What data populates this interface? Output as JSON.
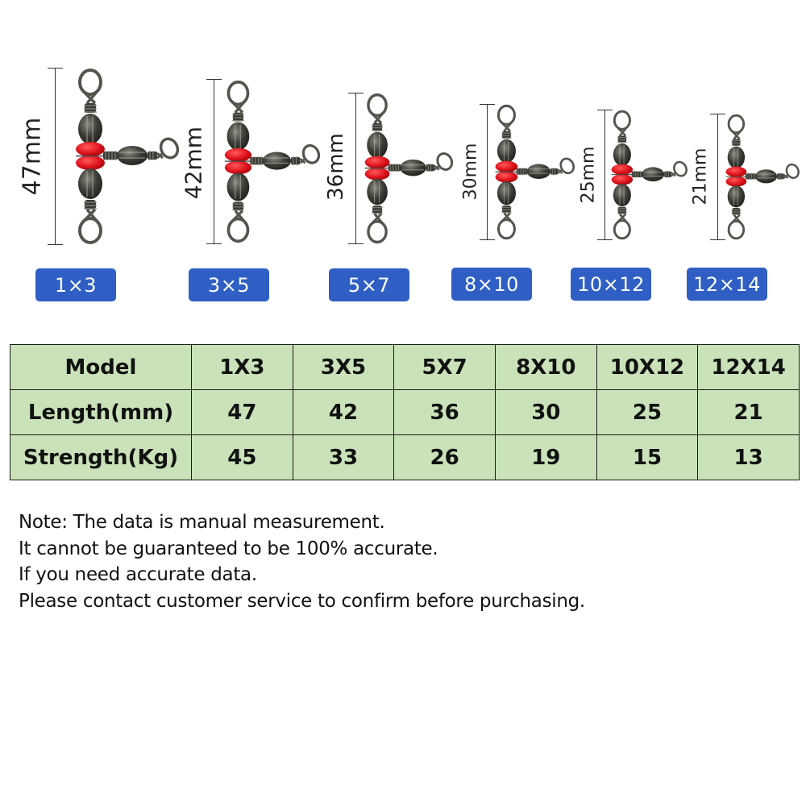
{
  "products": [
    {
      "model_badge": "1×3",
      "length_label": "47mm",
      "color": "#2f5fc4"
    },
    {
      "model_badge": "3×5",
      "length_label": "42mm",
      "color": "#2f5fc4"
    },
    {
      "model_badge": "5×7",
      "length_label": "36mm",
      "color": "#2f5fc4"
    },
    {
      "model_badge": "8×10",
      "length_label": "30mm",
      "color": "#2f5fc4"
    },
    {
      "model_badge": "10×12",
      "length_label": "25mm",
      "color": "#2f5fc4"
    },
    {
      "model_badge": "12×14",
      "length_label": "21mm",
      "color": "#2f5fc4"
    }
  ],
  "table": {
    "background": "#c9e2b9",
    "rows": [
      {
        "header": "Model",
        "values": [
          "1X3",
          "3X5",
          "5X7",
          "8X10",
          "10X12",
          "12X14"
        ]
      },
      {
        "header": "Length(mm)",
        "values": [
          "47",
          "42",
          "36",
          "30",
          "25",
          "21"
        ]
      },
      {
        "header": "Strength(Kg)",
        "values": [
          "45",
          "33",
          "26",
          "19",
          "15",
          "13"
        ]
      }
    ]
  },
  "note": {
    "lines": [
      "Note: The data is manual measurement.",
      "It cannot be guaranteed to be 100% accurate.",
      "If you need accurate data.",
      "Please contact customer service to confirm before purchasing."
    ]
  },
  "colors": {
    "badge_blue": "#2f5fc4",
    "table_green": "#c9e2b9",
    "bead_red": "#e0141e",
    "swivel_metal": "#3c3c36"
  }
}
